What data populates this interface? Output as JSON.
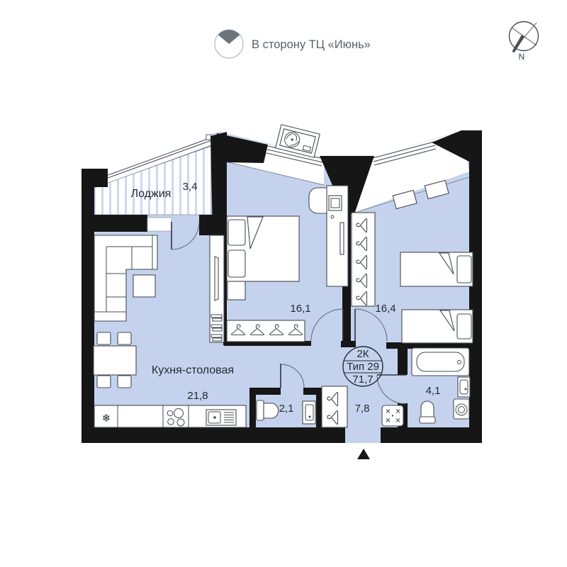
{
  "header": {
    "direction_label": "В сторону ТЦ «Июнь»",
    "compass": {
      "north_label": "N"
    }
  },
  "unit_badge": {
    "rooms_type": "2К",
    "plan_type": "Тип 29",
    "total_area": "71,7"
  },
  "rooms": {
    "loggia": {
      "name": "Лоджия",
      "area": "3,4"
    },
    "bedroom_1": {
      "area": "16,1"
    },
    "bedroom_2": {
      "area": "16,4"
    },
    "kitchen_dining": {
      "name": "Кухня-столовая",
      "area": "21,8"
    },
    "wc": {
      "area": "2,1"
    },
    "hall": {
      "area": "7,8"
    },
    "bathroom": {
      "area": "4,1"
    }
  },
  "icons": {
    "fridge": "❄"
  },
  "colors": {
    "room_fill": "#c4d2ed",
    "wall": "#161616",
    "loggia_stripe": "#ccd9f1",
    "muted_text": "#5a6065",
    "label_text": "#242a32"
  }
}
